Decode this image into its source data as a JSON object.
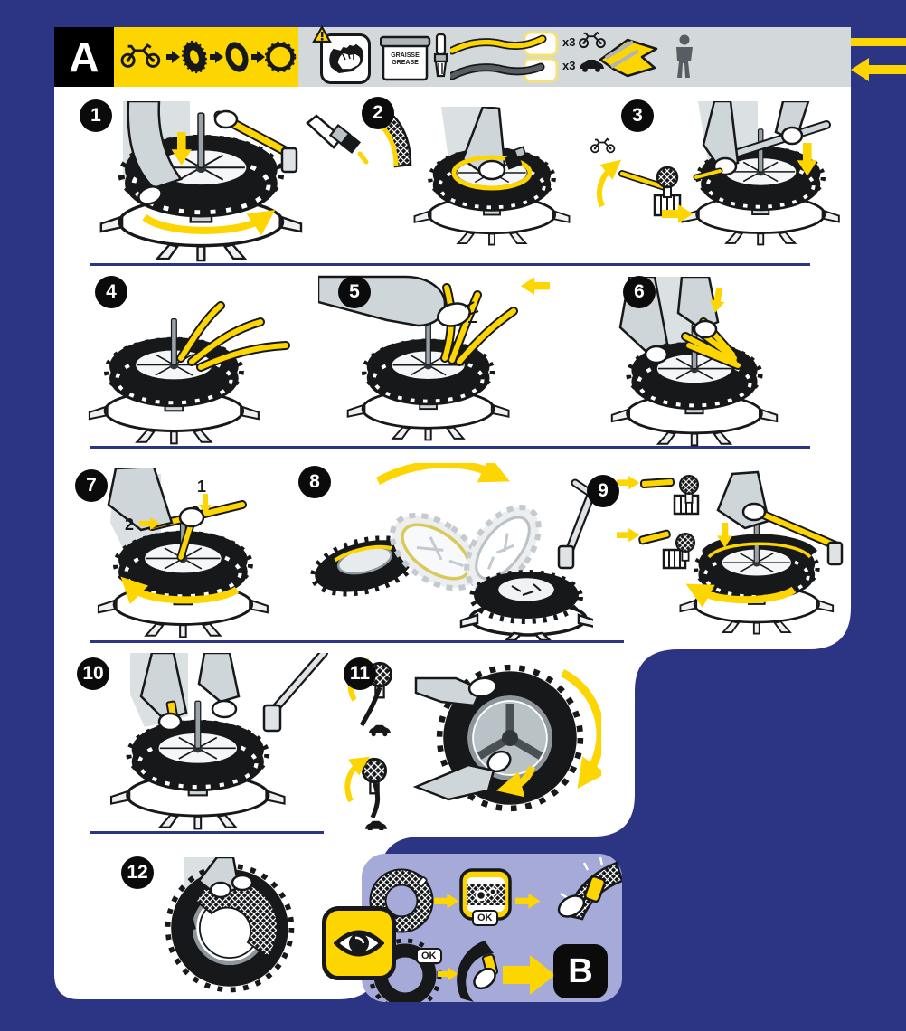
{
  "header": {
    "section_label": "A",
    "flow_icons": [
      "motorcycle-icon",
      "tire-wheel-icon",
      "tire-tube-icon",
      "rim-ring-icon"
    ],
    "tools": {
      "glove_icon": "protective-glove-warning-icon",
      "grease_pot": {
        "line1": "GRAISSE",
        "line2": "GREASE"
      },
      "brush_icon": "grease-brush-icon",
      "lever_sets": [
        {
          "count": "x3",
          "vehicle_icon": "motorcycle-icon"
        },
        {
          "count": "x3",
          "vehicle_icon": "car-icon"
        }
      ],
      "mat_icon": "protective-cloth-icon",
      "person_icon": "person-icon"
    },
    "page_arrows": [
      "line-from-right",
      "arrow-pointing-left"
    ]
  },
  "steps": [
    {
      "num": "1"
    },
    {
      "num": "2"
    },
    {
      "num": "3"
    },
    {
      "num": "4"
    },
    {
      "num": "5"
    },
    {
      "num": "6"
    },
    {
      "num": "7"
    },
    {
      "num": "8"
    },
    {
      "num": "9"
    },
    {
      "num": "10"
    },
    {
      "num": "11"
    },
    {
      "num": "12"
    }
  ],
  "step7_labels": {
    "first": "1",
    "second": "2"
  },
  "inspection": {
    "eye_icon": "inspect-eye-icon",
    "tube_ok_label": "OK",
    "tire_ok_label": "OK",
    "next_section_label": "B"
  },
  "colors": {
    "background": "#2c3484",
    "panel": "#ffffff",
    "accent_yellow": "#fdd500",
    "toolbar_gray": "#d3d8db",
    "inspection_panel": "#a6aad9",
    "ink": "#17181a"
  }
}
